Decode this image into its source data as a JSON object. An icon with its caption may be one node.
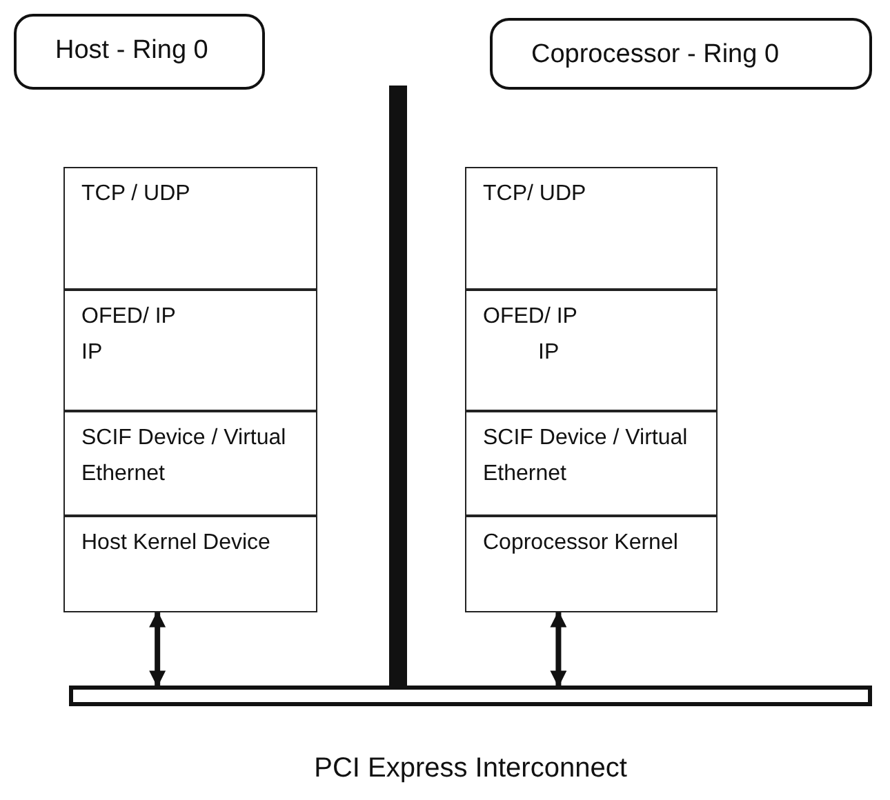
{
  "diagram": {
    "nodes": [
      {
        "text": [
          "Host - Ring 0"
        ]
      },
      {
        "text": [
          "Coprocessor - Ring 0"
        ]
      },
      {
        "text": [
          "TCP /  UDP"
        ]
      },
      {
        "text": [
          "OFED/ IP",
          "IP"
        ]
      },
      {
        "text": [
          "SCIF Device / Virtual Ethernet"
        ]
      },
      {
        "text": [
          "Host Kernel Device"
        ]
      },
      {
        "text": [
          "TCP/ UDP"
        ]
      },
      {
        "text": [
          "OFED/ IP",
          "IP"
        ]
      },
      {
        "text": [
          "SCIF Device / Virtual Ethernet"
        ]
      },
      {
        "text": [
          "Coprocessor Kernel"
        ]
      },
      {
        "text": [],
        "shape": "bar",
        "beside": [
          "PCI Express Interconnect"
        ]
      }
    ],
    "edges": [
      {
        "from": 5,
        "to": 10,
        "arrow": "both"
      },
      {
        "from": 9,
        "to": 10,
        "arrow": "both"
      }
    ]
  }
}
